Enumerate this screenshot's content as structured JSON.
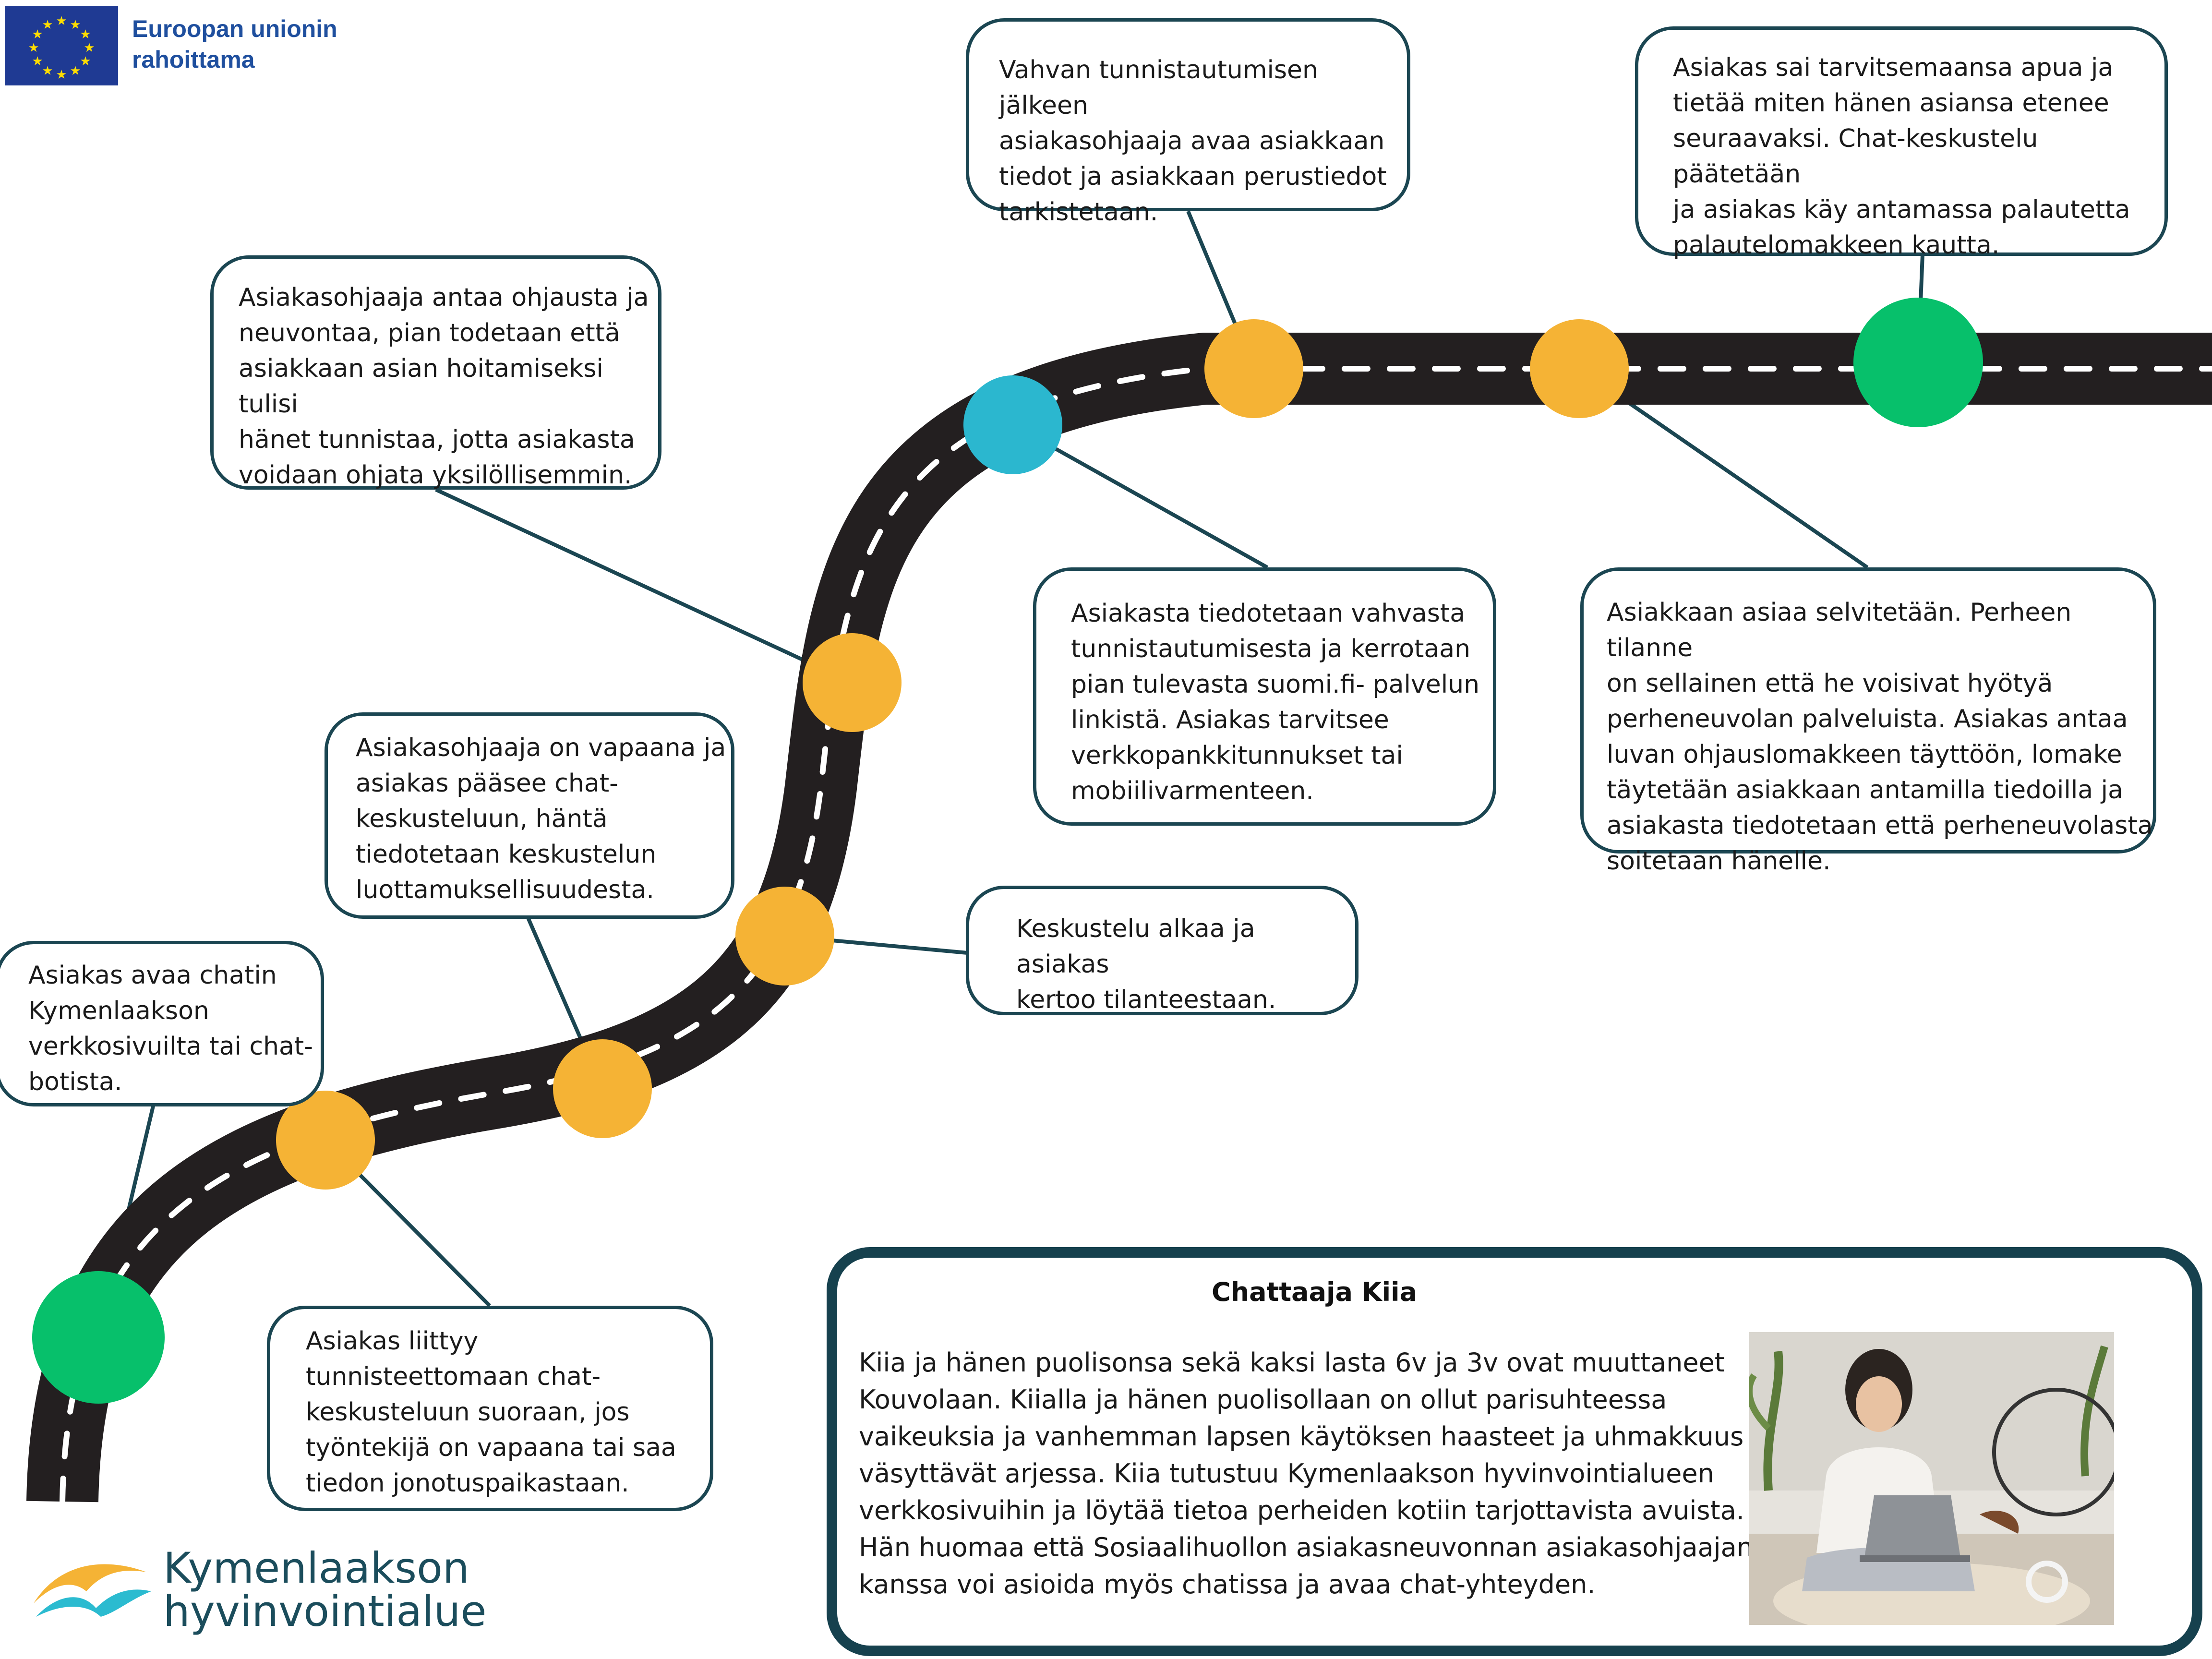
{
  "header": {
    "eu_funding_label_line1": "Euroopan unionin",
    "eu_funding_label_line2": "rahoittama",
    "eu_flag_icon": "eu-flag-icon"
  },
  "footer_logo": {
    "name_line1": "Kymenlaakson",
    "name_line2": "hyvinvointialue",
    "icon": "wave-logo-icon",
    "colors": {
      "orange": "#f5b335",
      "teal": "#2bbbd0"
    }
  },
  "journey_steps": [
    {
      "id": "s1",
      "lines": [
        "Asiakas avaa chatin",
        "Kymenlaakson",
        "verkkosivuilta tai chat-",
        "botista."
      ]
    },
    {
      "id": "s2",
      "lines": [
        "Asiakas liittyy",
        "tunnisteettomaan chat-",
        "keskusteluun suoraan, jos",
        "työntekijä on vapaana tai saa",
        "tiedon jonotuspaikastaan."
      ]
    },
    {
      "id": "s3",
      "lines": [
        "Asiakasohjaaja on vapaana ja",
        "asiakas pääsee chat-",
        "keskusteluun, häntä",
        "tiedotetaan keskustelun",
        "luottamuksellisuudesta."
      ]
    },
    {
      "id": "s4",
      "lines": [
        "Keskustelu alkaa ja asiakas",
        "kertoo tilanteestaan."
      ]
    },
    {
      "id": "s5",
      "lines": [
        "Asiakasohjaaja antaa ohjausta ja",
        "neuvontaa, pian todetaan että",
        "asiakkaan asian hoitamiseksi tulisi",
        "hänet tunnistaa, jotta asiakasta",
        "voidaan ohjata yksilöllisemmin."
      ]
    },
    {
      "id": "s6",
      "lines": [
        "Asiakasta tiedotetaan vahvasta",
        "tunnistautumisesta ja kerrotaan",
        "pian tulevasta suomi.fi- palvelun",
        "linkistä. Asiakas tarvitsee",
        "verkkopankkitunnukset tai",
        "mobiilivarmenteen."
      ]
    },
    {
      "id": "s7",
      "lines": [
        "Vahvan tunnistautumisen jälkeen",
        "asiakasohjaaja avaa asiakkaan",
        "tiedot ja asiakkaan perustiedot",
        "tarkistetaan."
      ]
    },
    {
      "id": "s8",
      "lines": [
        "Asiakkaan asiaa selvitetään. Perheen tilanne",
        "on sellainen että he voisivat hyötyä",
        "perheneuvolan palveluista. Asiakas antaa",
        "luvan ohjauslomakkeen täyttöön, lomake",
        "täytetään asiakkaan antamilla tiedoilla ja",
        "asiakasta tiedotetaan että perheneuvolasta",
        "soitetaan hänelle."
      ]
    },
    {
      "id": "s9",
      "lines": [
        "Asiakas sai tarvitsemaansa apua ja",
        "tietää miten hänen asiansa etenee",
        "seuraavaksi. Chat-keskustelu päätetään",
        "ja asiakas käy antamassa palautetta",
        "palautelomakkeen kautta."
      ]
    }
  ],
  "milestone_colors": {
    "start_end": "#07c06b",
    "step": "#f5b335",
    "identification": "#2bb7cf"
  },
  "road_colors": {
    "asphalt": "#231f20",
    "markings": "#ffffff",
    "connector": "#1b4652"
  },
  "persona": {
    "title": "Chattaaja Kiia",
    "lines": [
      "Kiia ja hänen puolisonsa sekä kaksi lasta 6v ja 3v ovat muuttaneet",
      "Kouvolaan. Kiialla ja hänen puolisollaan on ollut parisuhteessa",
      "vaikeuksia ja vanhemman lapsen käytöksen haasteet ja uhmakkuus",
      "väsyttävät arjessa. Kiia tutustuu Kymenlaakson hyvinvointialueen",
      "verkkosivuihin ja löytää tietoa perheiden kotiin tarjottavista avuista.",
      "Hän huomaa että Sosiaalihuollon asiakasneuvonnan asiakasohjaajan",
      "kanssa voi asioida myös chatissa ja avaa chat-yhteyden."
    ],
    "photo_icon": "woman-with-laptop-photo",
    "border_color": "#16414e"
  }
}
